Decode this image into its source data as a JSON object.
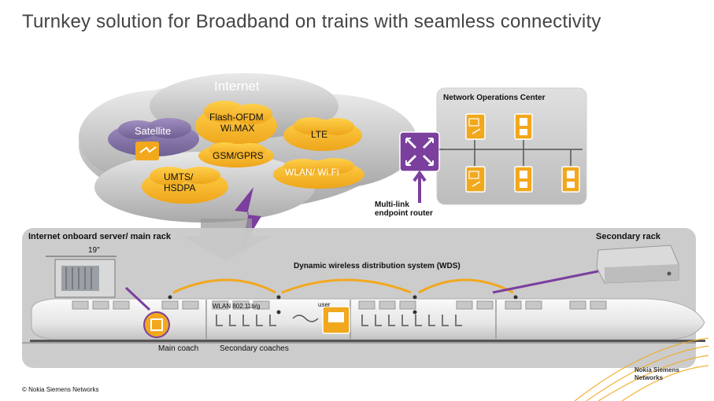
{
  "title": "Turnkey solution for Broadband on trains with seamless connectivity",
  "cloud": {
    "internet": "Internet",
    "satellite": "Satellite",
    "flash_ofdm": "Flash-OFDM",
    "wimax": "Wi.MAX",
    "lte": "LTE",
    "gsm": "GSM/GPRS",
    "wlan": "WLAN/ Wi.Fi",
    "umts": "UMTS/",
    "hsdpa": "HSDPA"
  },
  "noc": {
    "label": "Network Operations Center"
  },
  "router": {
    "label_line1": "Multi-link",
    "label_line2": "endpoint router"
  },
  "train": {
    "onboard_server": "Internet onboard server/ main rack",
    "rack_size": "19\"",
    "secondary_rack": "Secondary rack",
    "wds": "Dynamic wireless distribution system (WDS)",
    "wlan_std": "WLAN 802.11b/g",
    "user": "user",
    "main_coach": "Main coach",
    "secondary_coaches": "Secondary coaches"
  },
  "footer": {
    "copyright": "© Nokia Siemens Networks",
    "logo_line1": "Nokia Siemens",
    "logo_line2": "Networks"
  },
  "colors": {
    "cloud": "#f5b51f",
    "satellite_cloud": "#8b7aa8",
    "router": "#7b3f9e",
    "icon": "#f2a81d",
    "panel": "#c9c9c9"
  }
}
